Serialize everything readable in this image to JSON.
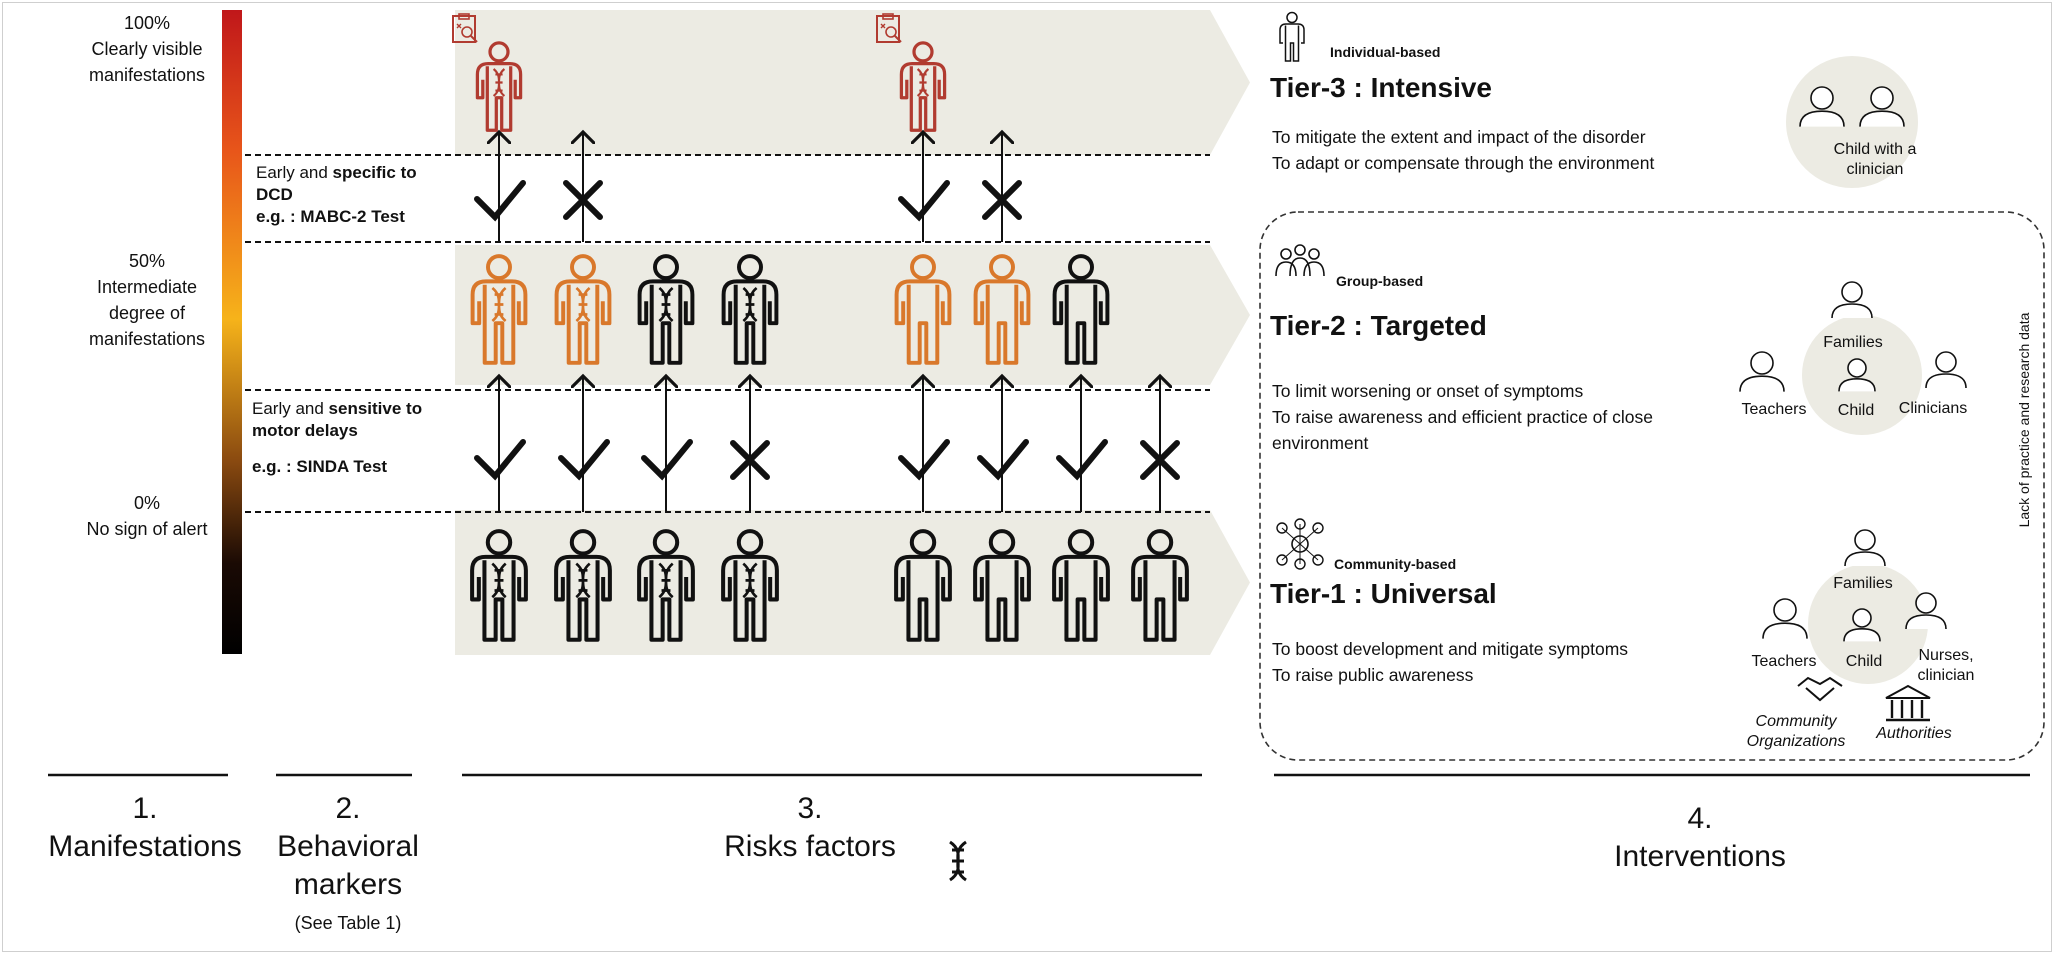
{
  "scale": {
    "top_pct": "100%",
    "top_label": "Clearly visible manifestations",
    "mid_pct": "50%",
    "mid_label": "Intermediate degree of manifestations",
    "bot_pct": "0%",
    "bot_label": "No sign of alert"
  },
  "markers": {
    "specific_prefix": "Early and ",
    "specific_bold": "specific to DCD",
    "specific_example": "e.g. : MABC-2 Test",
    "sensitive_prefix": "Early and ",
    "sensitive_bold": "sensitive to motor delays",
    "sensitive_example": "e.g. : SINDA Test"
  },
  "tiers": [
    {
      "type": "Individual-based",
      "title": "Tier-3 : Intensive",
      "lines": [
        "To mitigate the extent and impact of the disorder",
        "To adapt or compensate through the environment"
      ],
      "roles": [
        "Child with a clinician"
      ]
    },
    {
      "type": "Group-based",
      "title": "Tier-2 : Targeted",
      "lines": [
        "To limit worsening  or onset of symptoms",
        "To raise awareness and efficient practice of close environment"
      ],
      "roles": [
        "Families",
        "Teachers",
        "Child",
        "Clinicians"
      ]
    },
    {
      "type": "Community-based",
      "title": "Tier-1 : Universal",
      "lines": [
        "To boost development and mitigate  symptoms",
        "To raise public awareness"
      ],
      "roles": [
        "Families",
        "Teachers",
        "Child",
        "Nurses, clinician",
        "Community Organizations",
        "Authorities"
      ]
    }
  ],
  "side_note": "Lack of practice and research data",
  "sections": [
    {
      "num": "1.",
      "label": "Manifestations",
      "sub": ""
    },
    {
      "num": "2.",
      "label": "Behavioral markers",
      "sub": "(See Table 1)"
    },
    {
      "num": "3.",
      "label": "Risks factors",
      "sub": ""
    },
    {
      "num": "4.",
      "label": "Interventions",
      "sub": ""
    }
  ],
  "colors": {
    "band": "#ecebe3",
    "severe": "#b13b30",
    "moderate": "#d9782b",
    "normal": "#111111",
    "gradient_top": "#c0171a",
    "gradient_mid": "#f6b31a",
    "gradient_bot": "#000000"
  },
  "icons": {
    "person": "person-outline-icon",
    "dna": "dna-icon",
    "check": "check-icon",
    "cross": "cross-icon",
    "clipboard": "clipboard-search-icon",
    "group": "group-icon",
    "community": "community-network-icon",
    "handshake": "handshake-icon",
    "building": "government-building-icon"
  }
}
